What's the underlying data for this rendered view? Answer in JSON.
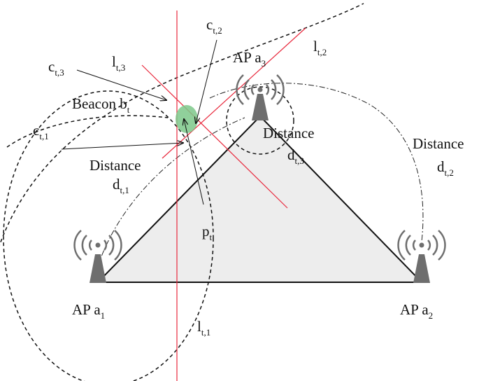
{
  "diagram": {
    "colors": {
      "triangle_fill": "#ededed",
      "edge": "#111111",
      "red_line": "#e8283c",
      "dashed_circle": "#111111",
      "beacon": "#7dc88a",
      "antenna": "#6e6e6e"
    },
    "labels": {
      "ap1": {
        "main": "AP a",
        "sub": "1"
      },
      "ap2": {
        "main": "AP a",
        "sub": "2"
      },
      "ap3": {
        "main": "AP a",
        "sub": "3"
      },
      "beacon": {
        "main": "Beacon b",
        "sub": "t"
      },
      "pt": {
        "main": "p",
        "sub": "t"
      },
      "ct1": {
        "main": "c",
        "sub": "t,1"
      },
      "ct2": {
        "main": "c",
        "sub": "t,2"
      },
      "ct3": {
        "main": "c",
        "sub": "t,3"
      },
      "lt1": {
        "main": "l",
        "sub": "t,1"
      },
      "lt2": {
        "main": "l",
        "sub": "t,2"
      },
      "lt3": {
        "main": "l",
        "sub": "t,3"
      },
      "dist1": {
        "word": "Distance",
        "main": "d",
        "sub": "t,1"
      },
      "dist2": {
        "word": "Distance",
        "main": "d",
        "sub": "t,2"
      },
      "dist3": {
        "word": "Distance",
        "main": "d",
        "sub": "t,3"
      }
    }
  }
}
